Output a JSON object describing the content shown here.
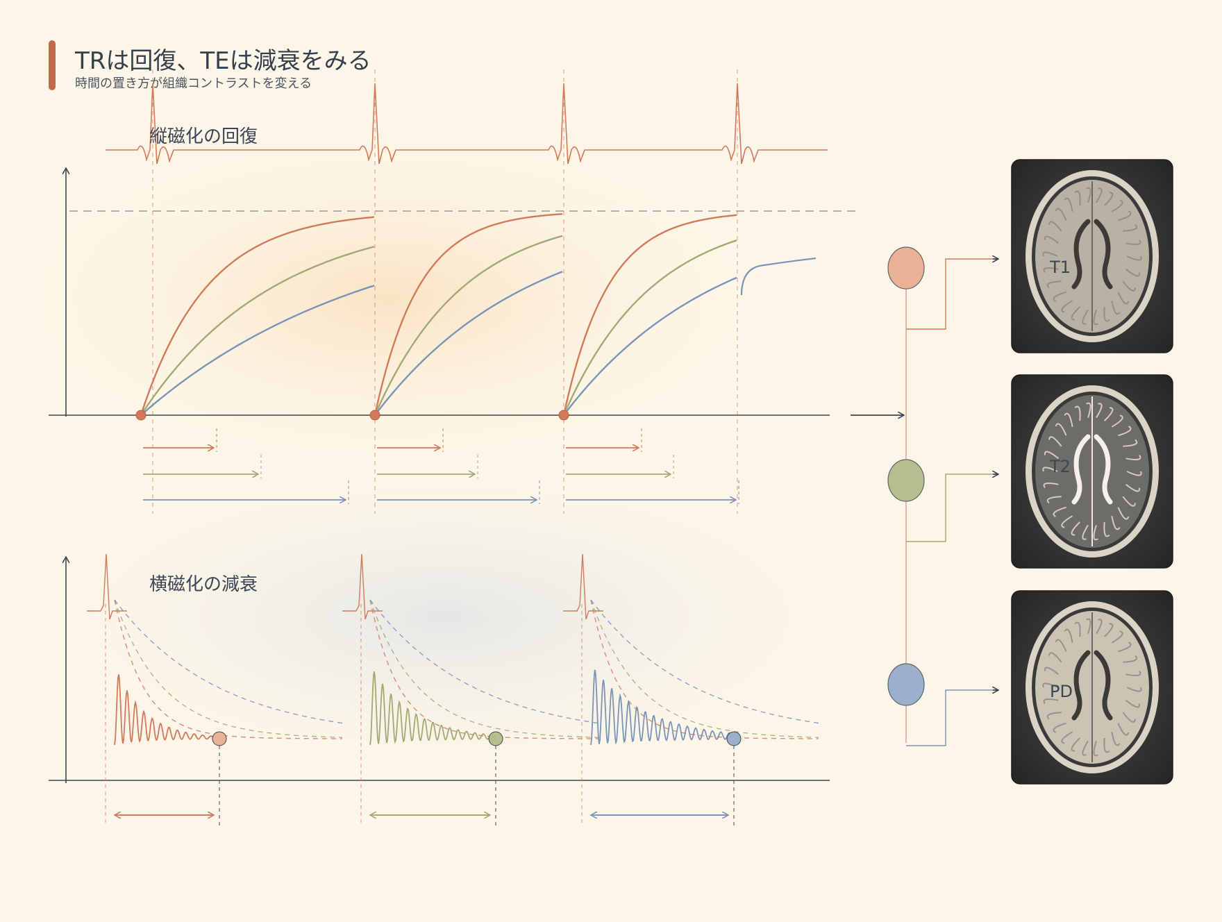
{
  "header": {
    "title": "TRは回復、TEは減衰をみる",
    "subtitle": "時間の置き方が組織コントラストを変える"
  },
  "panels": {
    "recovery_label": "縦磁化の回復",
    "decay_label": "横磁化の減衰"
  },
  "tissues": [
    {
      "id": "t1",
      "color": "#d2795a",
      "marker_fill": "#eab196",
      "scan_label": "T1"
    },
    {
      "id": "t2",
      "color": "#a0aa72",
      "marker_fill": "#b8bd90",
      "scan_label": "T2"
    },
    {
      "id": "pd",
      "color": "#7b93b8",
      "marker_fill": "#9cafcb",
      "scan_label": "PD"
    }
  ],
  "colors": {
    "axis": "#3a4654",
    "ecg": "#d2795a",
    "background": "#fdf6e8",
    "scan_frame": "#2b2b2b"
  }
}
